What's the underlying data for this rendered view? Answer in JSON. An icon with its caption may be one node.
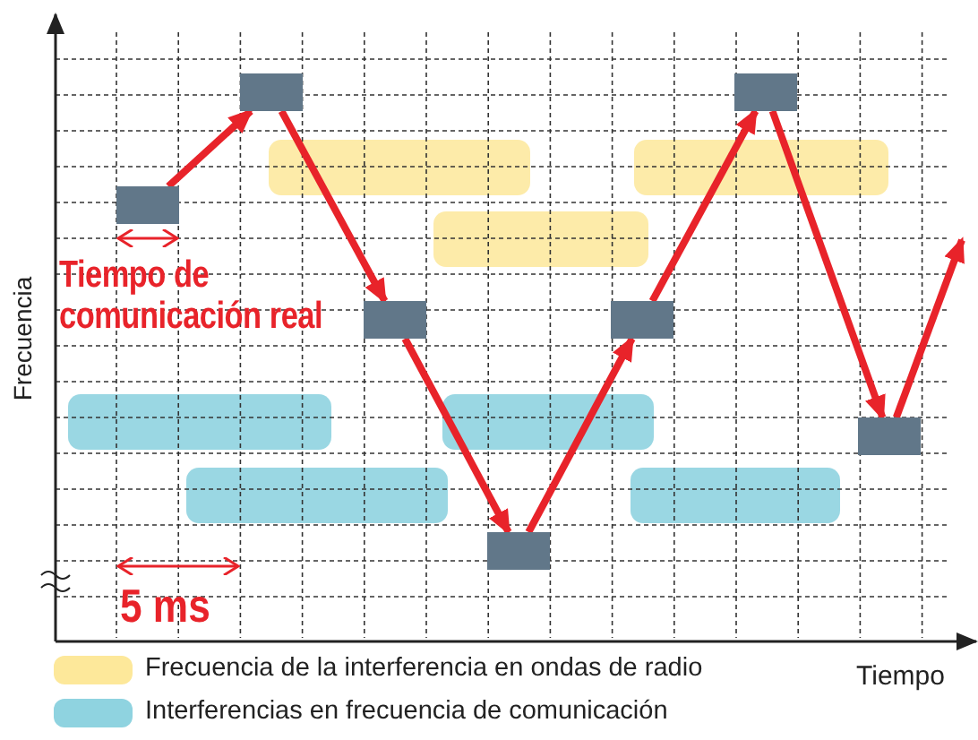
{
  "diagram": {
    "nodes": [
      {
        "text": [],
        "shape": "box"
      },
      {
        "text": [],
        "shape": "box"
      },
      {
        "text": [],
        "shape": "box"
      },
      {
        "text": [],
        "shape": "box"
      },
      {
        "text": [],
        "shape": "box"
      },
      {
        "text": [],
        "shape": "box"
      },
      {
        "text": [],
        "shape": "box"
      }
    ],
    "edges": [
      {
        "from": 0,
        "to": 1,
        "arrow": "to"
      },
      {
        "from": 1,
        "to": 2,
        "arrow": "to"
      },
      {
        "from": 2,
        "to": 3,
        "arrow": "to"
      },
      {
        "from": 3,
        "to": 4,
        "arrow": "to"
      },
      {
        "from": 4,
        "to": 5,
        "arrow": "to"
      },
      {
        "from": 5,
        "to": 6,
        "arrow": "to"
      },
      {
        "from": 6,
        "to": null,
        "arrow": "to"
      }
    ],
    "labels": [
      "Frecuencia",
      "Tiempo de comunicación real",
      "5 ms",
      "Tiempo"
    ],
    "legend": [
      {
        "text": "Frecuencia de la interferencia en ondas de radio",
        "color": "#fde89a"
      },
      {
        "text": "Interferencias en frecuencia de comunicación",
        "color": "#8fd3e0"
      }
    ]
  }
}
